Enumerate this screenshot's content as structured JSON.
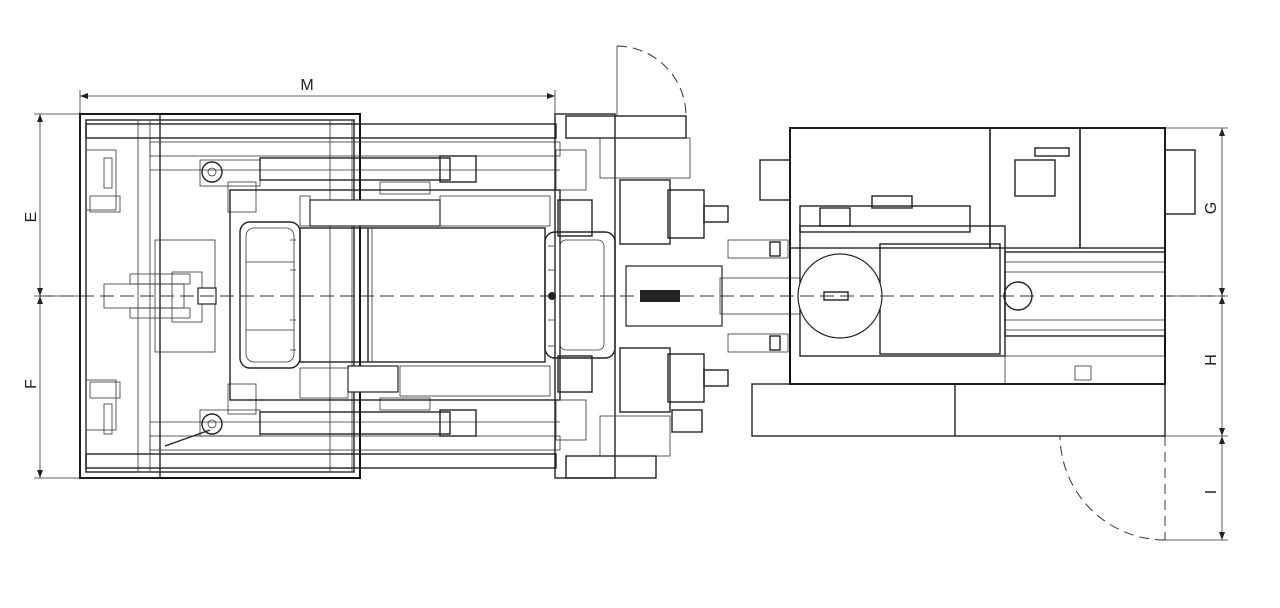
{
  "drawing": {
    "description_free": true,
    "dimensions": {
      "M": "M",
      "E": "E",
      "F": "F",
      "G": "G",
      "H": "H",
      "I": "I"
    },
    "colors": {
      "line": "#222222",
      "background": "#ffffff"
    }
  }
}
